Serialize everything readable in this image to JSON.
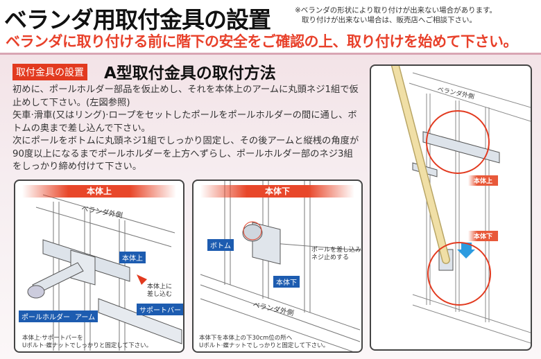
{
  "header": {
    "title": "ベランダ用取付金具の設置",
    "note_lines": [
      "※ベランダの形状により取り付けが出来ない場合があります。",
      "取り付けが出来ない場合は、販売店へご相談下さい。"
    ],
    "warning": "ベランダに取り付ける前に階下の安全をご確認の上、取り付けを始めて下さい。"
  },
  "section": {
    "badge": "取付金具の設置",
    "title": "A型取付金具の取付方法",
    "paragraphs": [
      "初めに、ポールホルダー部品を仮止めし、それを本体上のアームに丸頭ネジ1組で仮止めして下さい。(左図参照)",
      "矢車·滑車(又はリング)·ロープをセットしたポールをポールホルダーの間に通し、ボトムの奥まで差し込んで下さい。",
      "次にポールをボトムに丸頭ネジ1組でしっかり固定し、その後アームと縦桟の角度が90度以上になるまでポールホルダーを上方へずらし、ポールホルダー部のネジ3組をしっかり締め付けて下さい。"
    ]
  },
  "panel_upper": {
    "ribbon": "本体上",
    "balcony_label": "ベランダ外側",
    "labels": {
      "body_upper": "本体上",
      "support_bar": "サポートバー",
      "pole_holder": "ポールホルダー",
      "arm": "アーム"
    },
    "insert_note": [
      "本体上に",
      "差し込む"
    ],
    "caption": [
      "本体上·サポートバーを",
      "Uボルト·蝶ナットでしっかりと固定して下さい。"
    ]
  },
  "panel_lower": {
    "ribbon": "本体下",
    "balcony_label": "ベランダ外側",
    "labels": {
      "bottom": "ボトム",
      "body_lower": "本体下"
    },
    "insert_note": [
      "ポールを差し込み",
      "ネジ止めする"
    ],
    "caption": [
      "本体下を本体上の下30cm位の所へ",
      "Uボルト·蝶ナットでしっかりと固定して下さい。"
    ]
  },
  "panel_overview": {
    "balcony_label": "ベランダ外側",
    "tags": {
      "upper": "本体上",
      "lower": "本体下"
    }
  },
  "colors": {
    "accent_red": "#e23a1f",
    "label_blue": "#1d5cb0",
    "pole": "#f0dfa6"
  }
}
